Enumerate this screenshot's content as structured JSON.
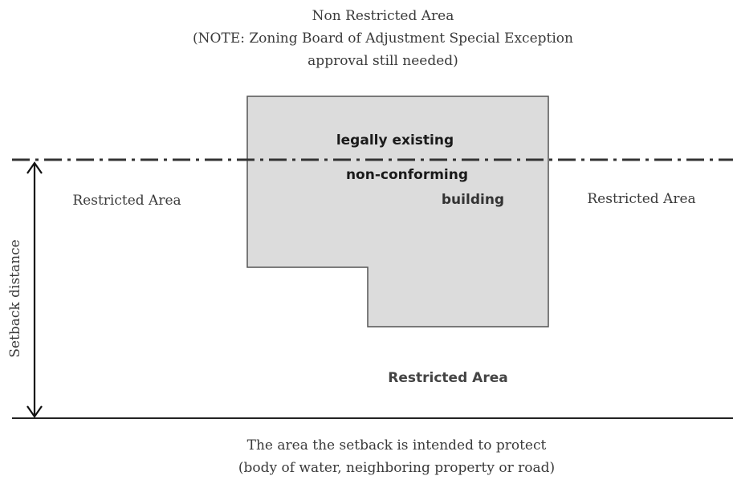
{
  "top_label": {
    "line1": "Non Restricted Area",
    "line2": "(NOTE: Zoning Board of Adjustment Special Exception",
    "line3": "approval still needed)"
  },
  "building": {
    "line1": "legally existing",
    "line2": "non-conforming",
    "line3": "building",
    "fill_color": "#dcdcdc",
    "stroke_color": "#555555"
  },
  "restricted_left": "Restricted Area",
  "restricted_right": "Restricted Area",
  "restricted_bottom": "Restricted Area",
  "setback_label": "Setback distance",
  "bottom_label": {
    "line1": "The area the setback is intended to protect",
    "line2": "(body of water, neighboring property or road)"
  },
  "setback_line_style": "dash-dot"
}
